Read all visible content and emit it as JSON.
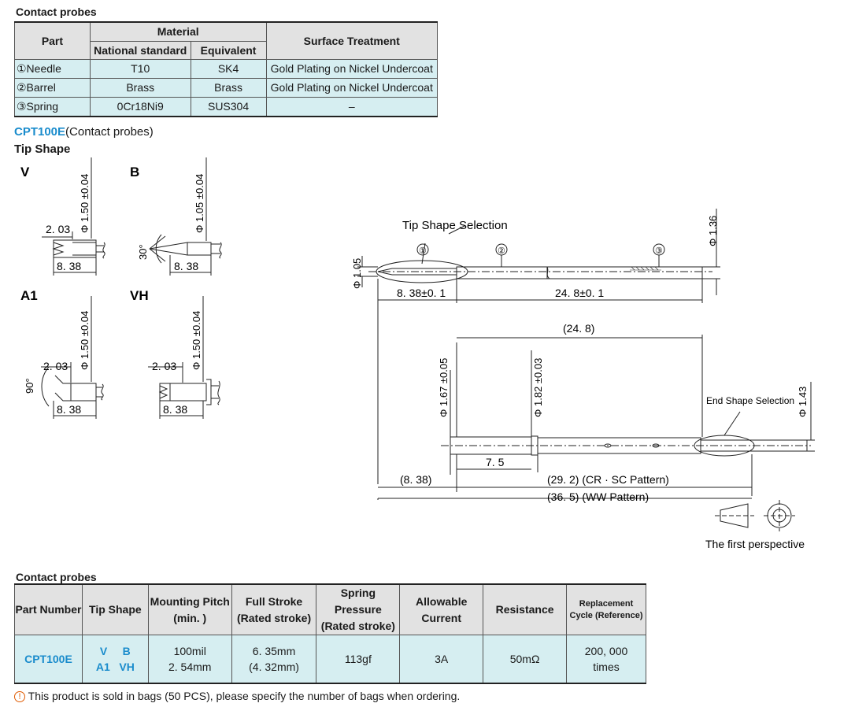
{
  "materials": {
    "title": "Contact probes",
    "headers": {
      "part": "Part",
      "material": "Material",
      "national": "National standard",
      "equivalent": "Equivalent",
      "surface": "Surface Treatment"
    },
    "rows": [
      {
        "part": "①Needle",
        "national": "T10",
        "equivalent": "SK4",
        "surface": "Gold Plating on Nickel Undercoat"
      },
      {
        "part": "②Barrel",
        "national": "Brass",
        "equivalent": "Brass",
        "surface": "Gold Plating on Nickel Undercoat"
      },
      {
        "part": "③Spring",
        "national": "0Cr18Ni9",
        "equivalent": "SUS304",
        "surface": "–"
      }
    ]
  },
  "caption": {
    "code": "CPT100E",
    "text": "(Contact probes)"
  },
  "tip_shape": {
    "title": "Tip  Shape",
    "shapes": [
      {
        "label": "V",
        "len": "8. 38",
        "small": "2. 03",
        "dia": "Φ 1.50 ±0.04",
        "angle": ""
      },
      {
        "label": "B",
        "len": "8. 38",
        "small": "",
        "dia": "Φ 1.05 ±0.04",
        "angle": "30°"
      },
      {
        "label": "A1",
        "len": "8. 38",
        "small": "2. 03",
        "dia": "Φ 1.50 ±0.04",
        "angle": "90°"
      },
      {
        "label": "VH",
        "len": "8. 38",
        "small": "2. 03",
        "dia": "Φ 1.50 ±0.04",
        "angle": ""
      }
    ]
  },
  "drawing": {
    "tip_selection": "Tip Shape Selection",
    "end_selection": "End Shape Selection",
    "callouts": [
      "①",
      "②",
      "③"
    ],
    "dia_105": "Φ 1.05",
    "dia_136": "Φ 1.36",
    "len_838_tol": "8. 38±0. 1",
    "len_248_tol": "24. 8±0. 1",
    "len_248": "(24. 8)",
    "dia_167": "Φ 1.67 ±0.05",
    "dia_182": "Φ 1.82 ±0.03",
    "dia_143": "Φ 1.43",
    "len_75": "7. 5",
    "len_838": "(8. 38)",
    "len_292": "(29. 2) (CR · SC Pattern)",
    "len_365": "(36. 5) (WW Pattern)",
    "perspective": "The first perspective"
  },
  "specs": {
    "title": "Contact probes",
    "headers": {
      "part_number": "Part Number",
      "tip_shape": "Tip  Shape",
      "pitch_1": "Mounting Pitch",
      "pitch_2": "(min. )",
      "stroke_1": "Full Stroke",
      "stroke_2": "(Rated stroke)",
      "pressure_1": "Spring Pressure",
      "pressure_2": "(Rated stroke)",
      "current_1": "Allowable",
      "current_2": "Current",
      "resistance": "Resistance",
      "cycle_1": "Replacement",
      "cycle_2": "Cycle (Reference)"
    },
    "row": {
      "part_number": "CPT100E",
      "tips_1a": "V",
      "tips_1b": "B",
      "tips_2a": "A1",
      "tips_2b": "VH",
      "pitch_1": "100mil",
      "pitch_2": "2. 54mm",
      "stroke_1": "6. 35mm",
      "stroke_2": "(4. 32mm)",
      "pressure": "113gf",
      "current": "3A",
      "resistance": "50mΩ",
      "cycle_1": "200, 000",
      "cycle_2": "times"
    }
  },
  "note": "This product is sold in bags (50 PCS), please specify the number of bags when ordering."
}
